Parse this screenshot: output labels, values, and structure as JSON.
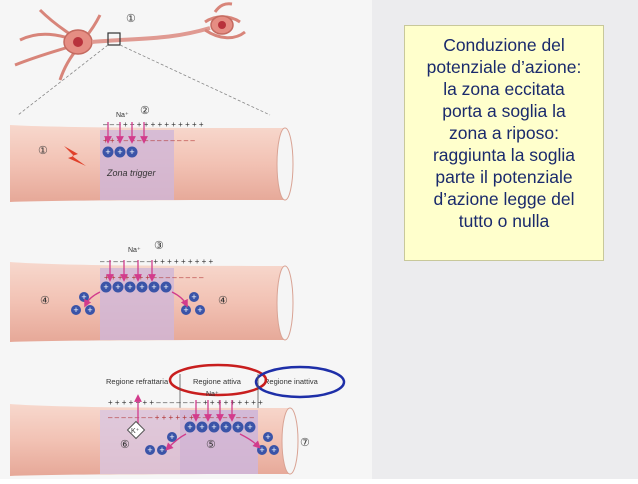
{
  "caption": {
    "lines": [
      "Conduzione del",
      "potenziale d’azione:",
      "la zona eccitata",
      "porta a soglia la",
      "zona a riposo:",
      "raggiunta la soglia",
      "parte il potenziale",
      "d’azione legge del",
      "tutto o nulla"
    ]
  },
  "figure": {
    "step_markers": [
      "①",
      "②",
      "③",
      "④",
      "⑤",
      "⑥",
      "⑦"
    ],
    "ion_na": "Na⁺",
    "ion_k": "K⁺",
    "zone_trigger": "Zona trigger",
    "regions": {
      "refractory": "Regione refrattaria",
      "active": "Regione attiva",
      "inactive": "Regione inattiva"
    },
    "charges": {
      "panel1_top": "– – – + + + + + + + + + + + +",
      "panel1_inner": "+ + + – – – – – – – – – – –",
      "panel2_top": "– – – – – – – – + + + + + + + + +",
      "panel2_inner": "+ + + + + + + – – – – – – – –",
      "panel3_top": "+ + + + + + + – – – – – – – + + + + + + + + +",
      "panel3_inner": "– – – – – – – + + + + + + – – – – – – – – –"
    },
    "highlight_colors": {
      "active_ring": "#c81e1e",
      "inactive_ring": "#1e2fa8"
    },
    "colors": {
      "axon_pink": "#f2c2b4",
      "zone_purple": "#cfb6d8",
      "ion_blue": "#3a54a8",
      "arrow_pink": "#d23c8c"
    }
  }
}
